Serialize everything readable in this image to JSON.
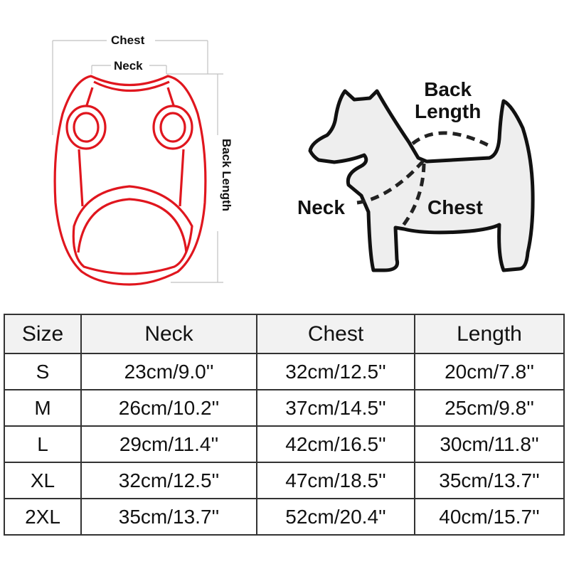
{
  "vest_diagram": {
    "chest_label": "Chest",
    "neck_label": "Neck",
    "back_length_label": "Back Length",
    "outline_color": "#e0161e",
    "guide_color": "#c0c0c0"
  },
  "dog_diagram": {
    "back_length_label": "Back\nLength",
    "back_label": "Back",
    "length_label": "Length",
    "neck_label": "Neck",
    "chest_label": "Chest",
    "fill_color": "#eeeeee",
    "outline_color": "#111111"
  },
  "size_table": {
    "headers": [
      "Size",
      "Neck",
      "Chest",
      "Length"
    ],
    "rows": [
      {
        "size": "S",
        "neck": "23cm/9.0''",
        "chest": "32cm/12.5''",
        "length": "20cm/7.8''"
      },
      {
        "size": "M",
        "neck": "26cm/10.2''",
        "chest": "37cm/14.5''",
        "length": "25cm/9.8''"
      },
      {
        "size": "L",
        "neck": "29cm/11.4''",
        "chest": "42cm/16.5''",
        "length": "30cm/11.8''"
      },
      {
        "size": "XL",
        "neck": "32cm/12.5''",
        "chest": "47cm/18.5''",
        "length": "35cm/13.7''"
      },
      {
        "size": "2XL",
        "neck": "35cm/13.7''",
        "chest": "52cm/20.4''",
        "length": "40cm/15.7''"
      }
    ]
  }
}
